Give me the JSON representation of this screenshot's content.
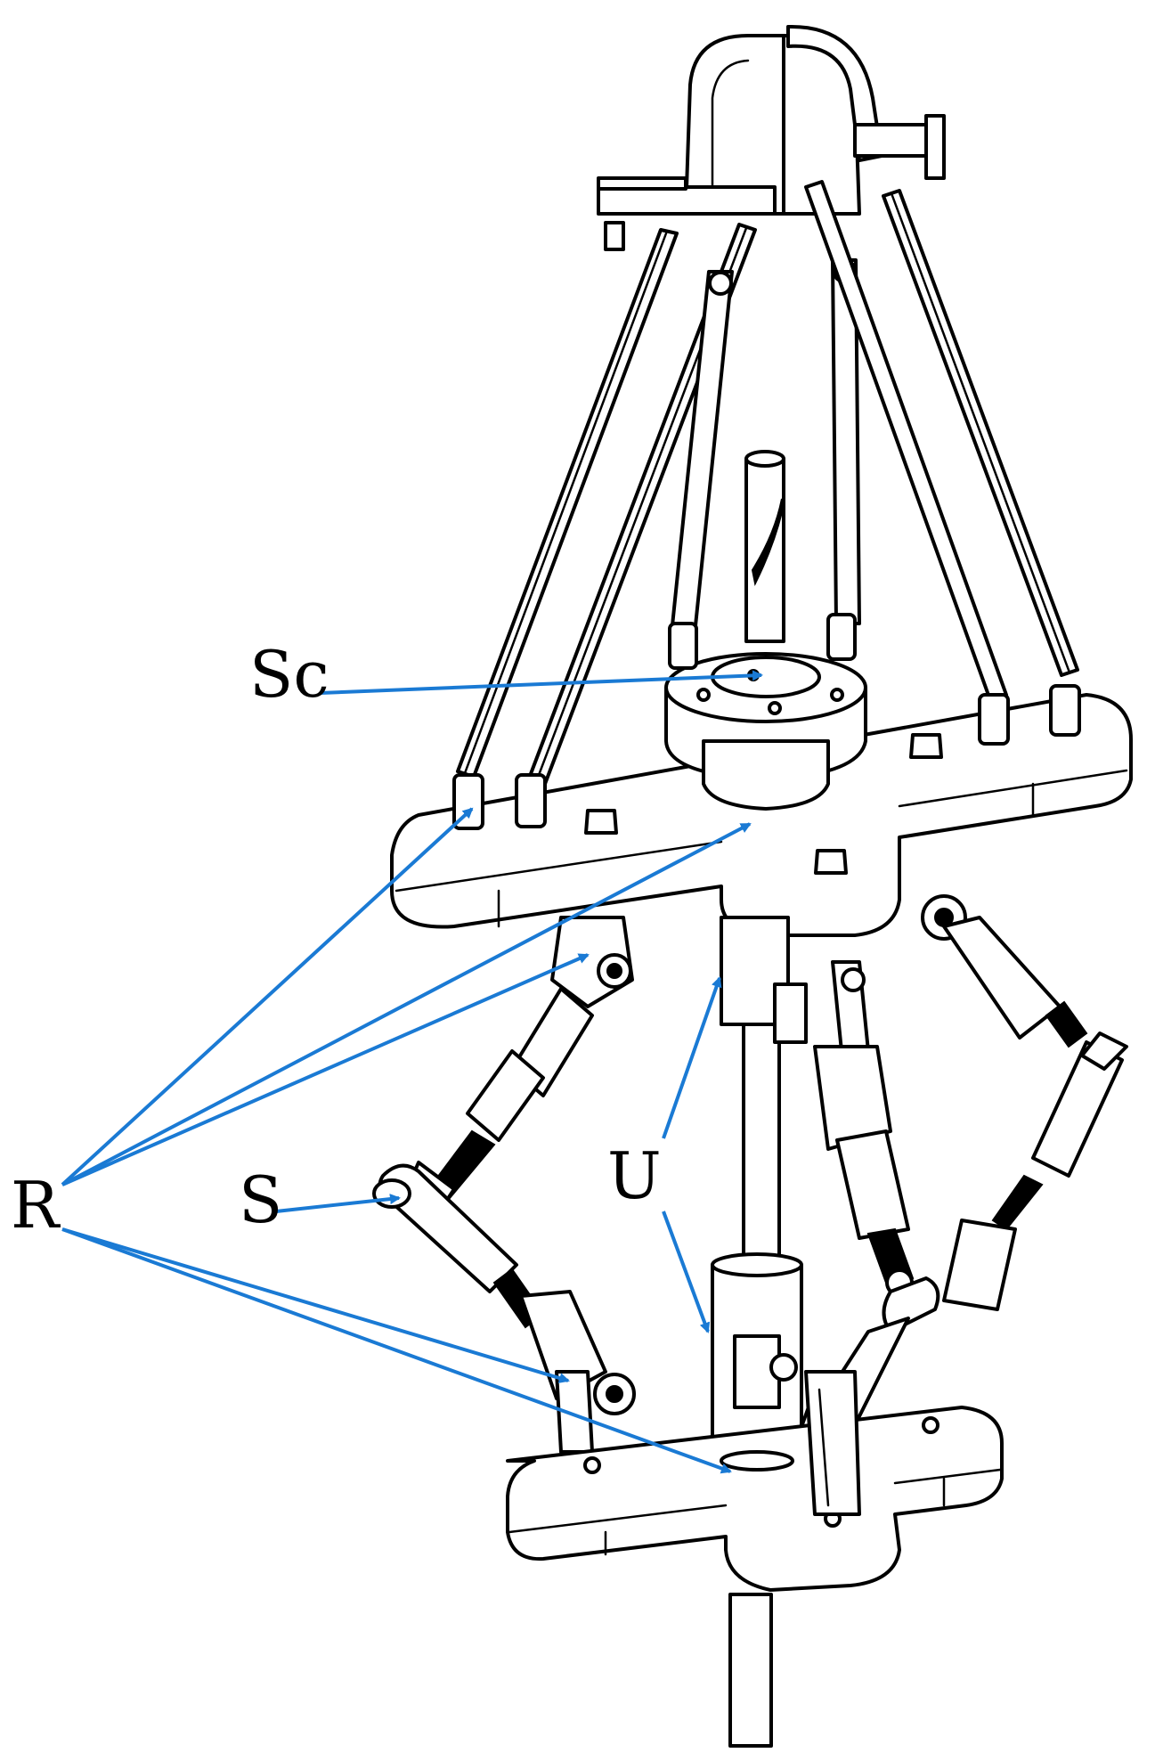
{
  "labels": {
    "sc": "Sc",
    "r": "R",
    "s": "S",
    "u": "U"
  },
  "colors": {
    "arrow": "#1a7ad4",
    "line_art": "#000000",
    "background": "#ffffff"
  }
}
